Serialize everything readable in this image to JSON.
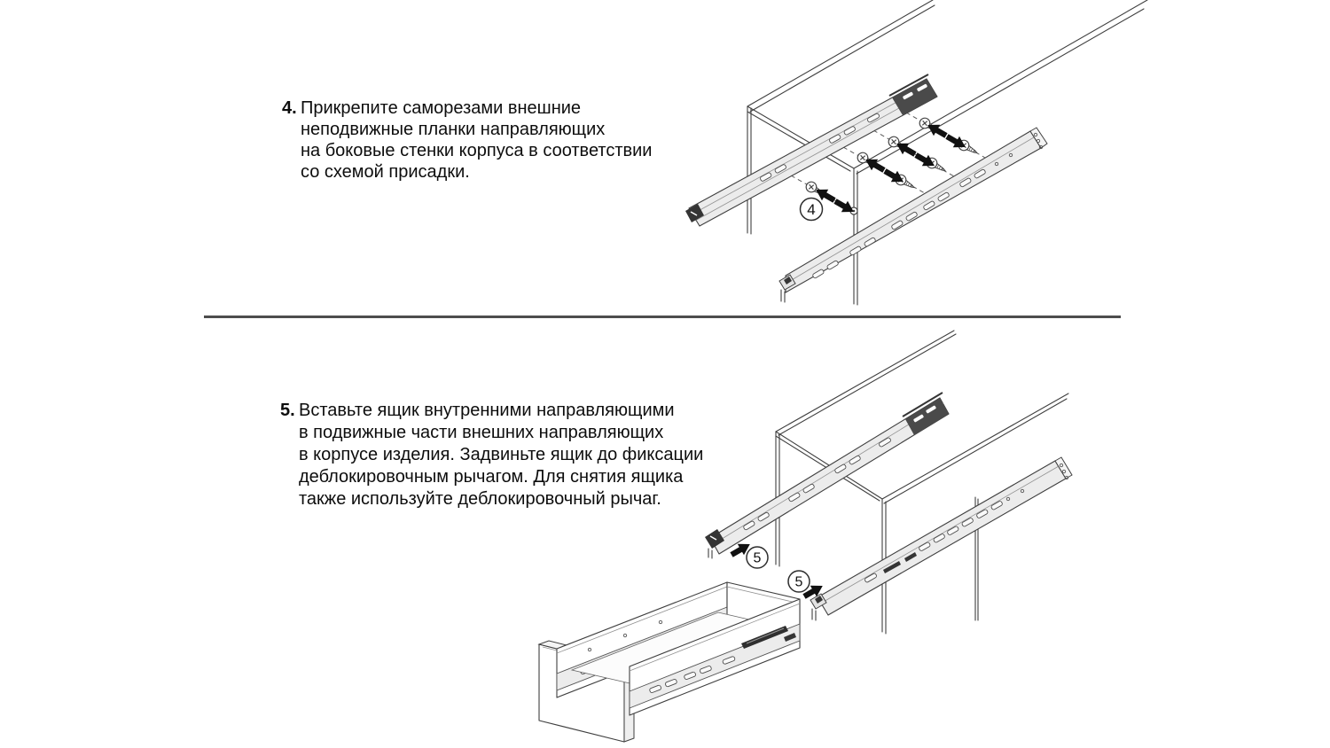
{
  "document": {
    "type": "assembly-instructions",
    "language": "ru",
    "background": "#ffffff"
  },
  "colors": {
    "line": "#3f3f3f",
    "rail_fill": "#ececec",
    "dark_detail": "#353535",
    "arrow": "#111111",
    "divider": "#4d4d4d",
    "text": "#0d0d0d",
    "callout_stroke": "#2e2e2e"
  },
  "steps": [
    {
      "number": "4.",
      "callout": "4",
      "lines": [
        "Прикрепите саморезами внешние",
        "неподвижные планки направляющих",
        "на боковые стенки корпуса в соответствии",
        "со схемой присадки."
      ]
    },
    {
      "number": "5.",
      "callouts": [
        "5",
        "5"
      ],
      "lines": [
        "Вставьте ящик внутренними направляющими",
        "в подвижные части внешних направляющих",
        "в корпусе изделия. Задвиньте ящик до фиксации",
        "деблокировочным рычагом. Для снятия ящика",
        "также используйте деблокировочный рычаг."
      ]
    }
  ]
}
